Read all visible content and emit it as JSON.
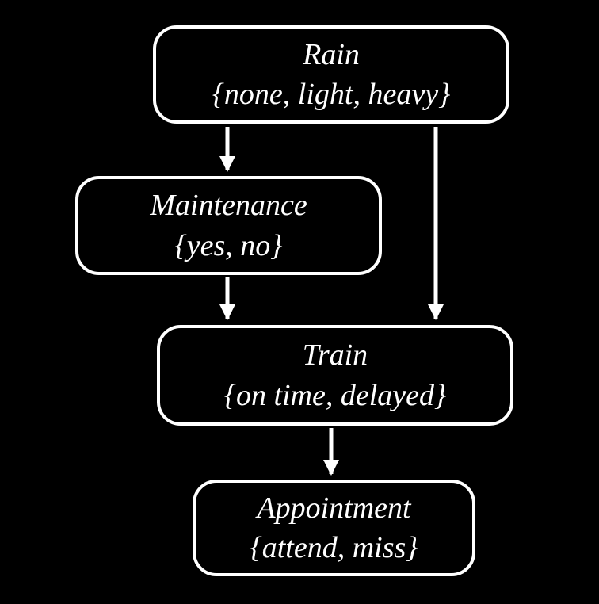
{
  "diagram": {
    "type": "bayesian-network",
    "background_color": "#000000",
    "node_border_color": "#ffffff",
    "text_color": "#ffffff",
    "arrow_color": "#ffffff",
    "nodes": [
      {
        "id": "rain",
        "label": "Rain",
        "values": "{none, light, heavy}"
      },
      {
        "id": "maintenance",
        "label": "Maintenance",
        "values": "{yes, no}"
      },
      {
        "id": "train",
        "label": "Train",
        "values": "{on time, delayed}"
      },
      {
        "id": "appointment",
        "label": "Appointment",
        "values": "{attend, miss}"
      }
    ],
    "edges": [
      {
        "from": "rain",
        "to": "maintenance"
      },
      {
        "from": "rain",
        "to": "train"
      },
      {
        "from": "maintenance",
        "to": "train"
      },
      {
        "from": "train",
        "to": "appointment"
      }
    ]
  }
}
